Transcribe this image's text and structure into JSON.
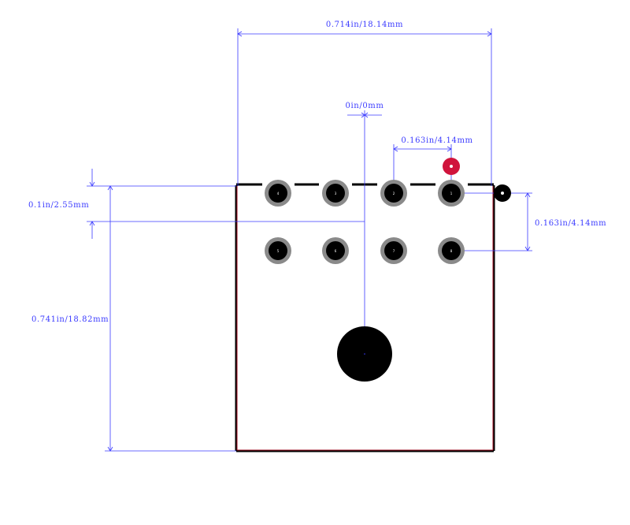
{
  "colors": {
    "dimension": "#3a3aff",
    "outline": "#000000",
    "outline_edge": "#d0142c",
    "pad_ring": "#8a8a8a",
    "pad_hole": "#000000",
    "pin1_marker": "#d0143c",
    "background": "#ffffff"
  },
  "dimensions": {
    "overall_width": "0.714in/18.14mm",
    "center_offset": "0in/0mm",
    "pin_pitch_x": "0.163in/4.14mm",
    "row_pitch_y": "0.163in/4.14mm",
    "top_offset": "0.1in/2.55mm",
    "overall_height": "0.741in/18.82mm"
  },
  "pins": {
    "row1": [
      "4",
      "3",
      "2",
      "1"
    ],
    "row2": [
      "5",
      "6",
      "7",
      "8"
    ]
  },
  "icons": {
    "pin1_marker": "pin-1-indicator-icon",
    "origin_marker": "origin-icon"
  }
}
